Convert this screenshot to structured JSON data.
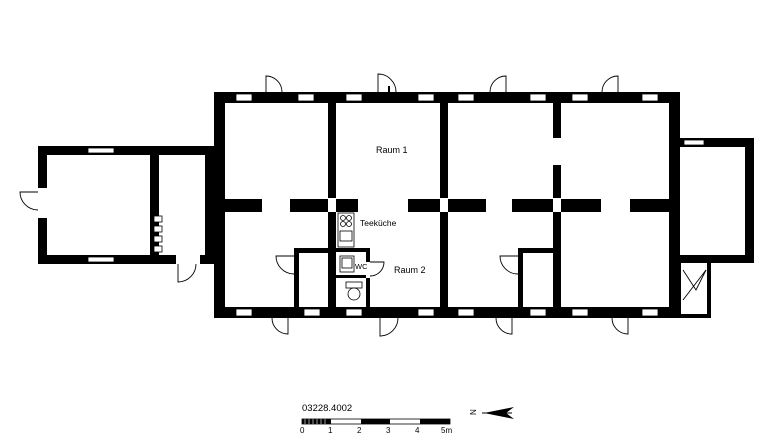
{
  "rooms": {
    "raum1": "Raum 1",
    "teekueche": "Teeküche",
    "wc": "WC",
    "raum2": "Raum 2"
  },
  "plan_id": "03228.4002",
  "north_label": "N",
  "scale": {
    "ticks": [
      "0",
      "1",
      "2",
      "3",
      "4",
      "5m"
    ]
  }
}
